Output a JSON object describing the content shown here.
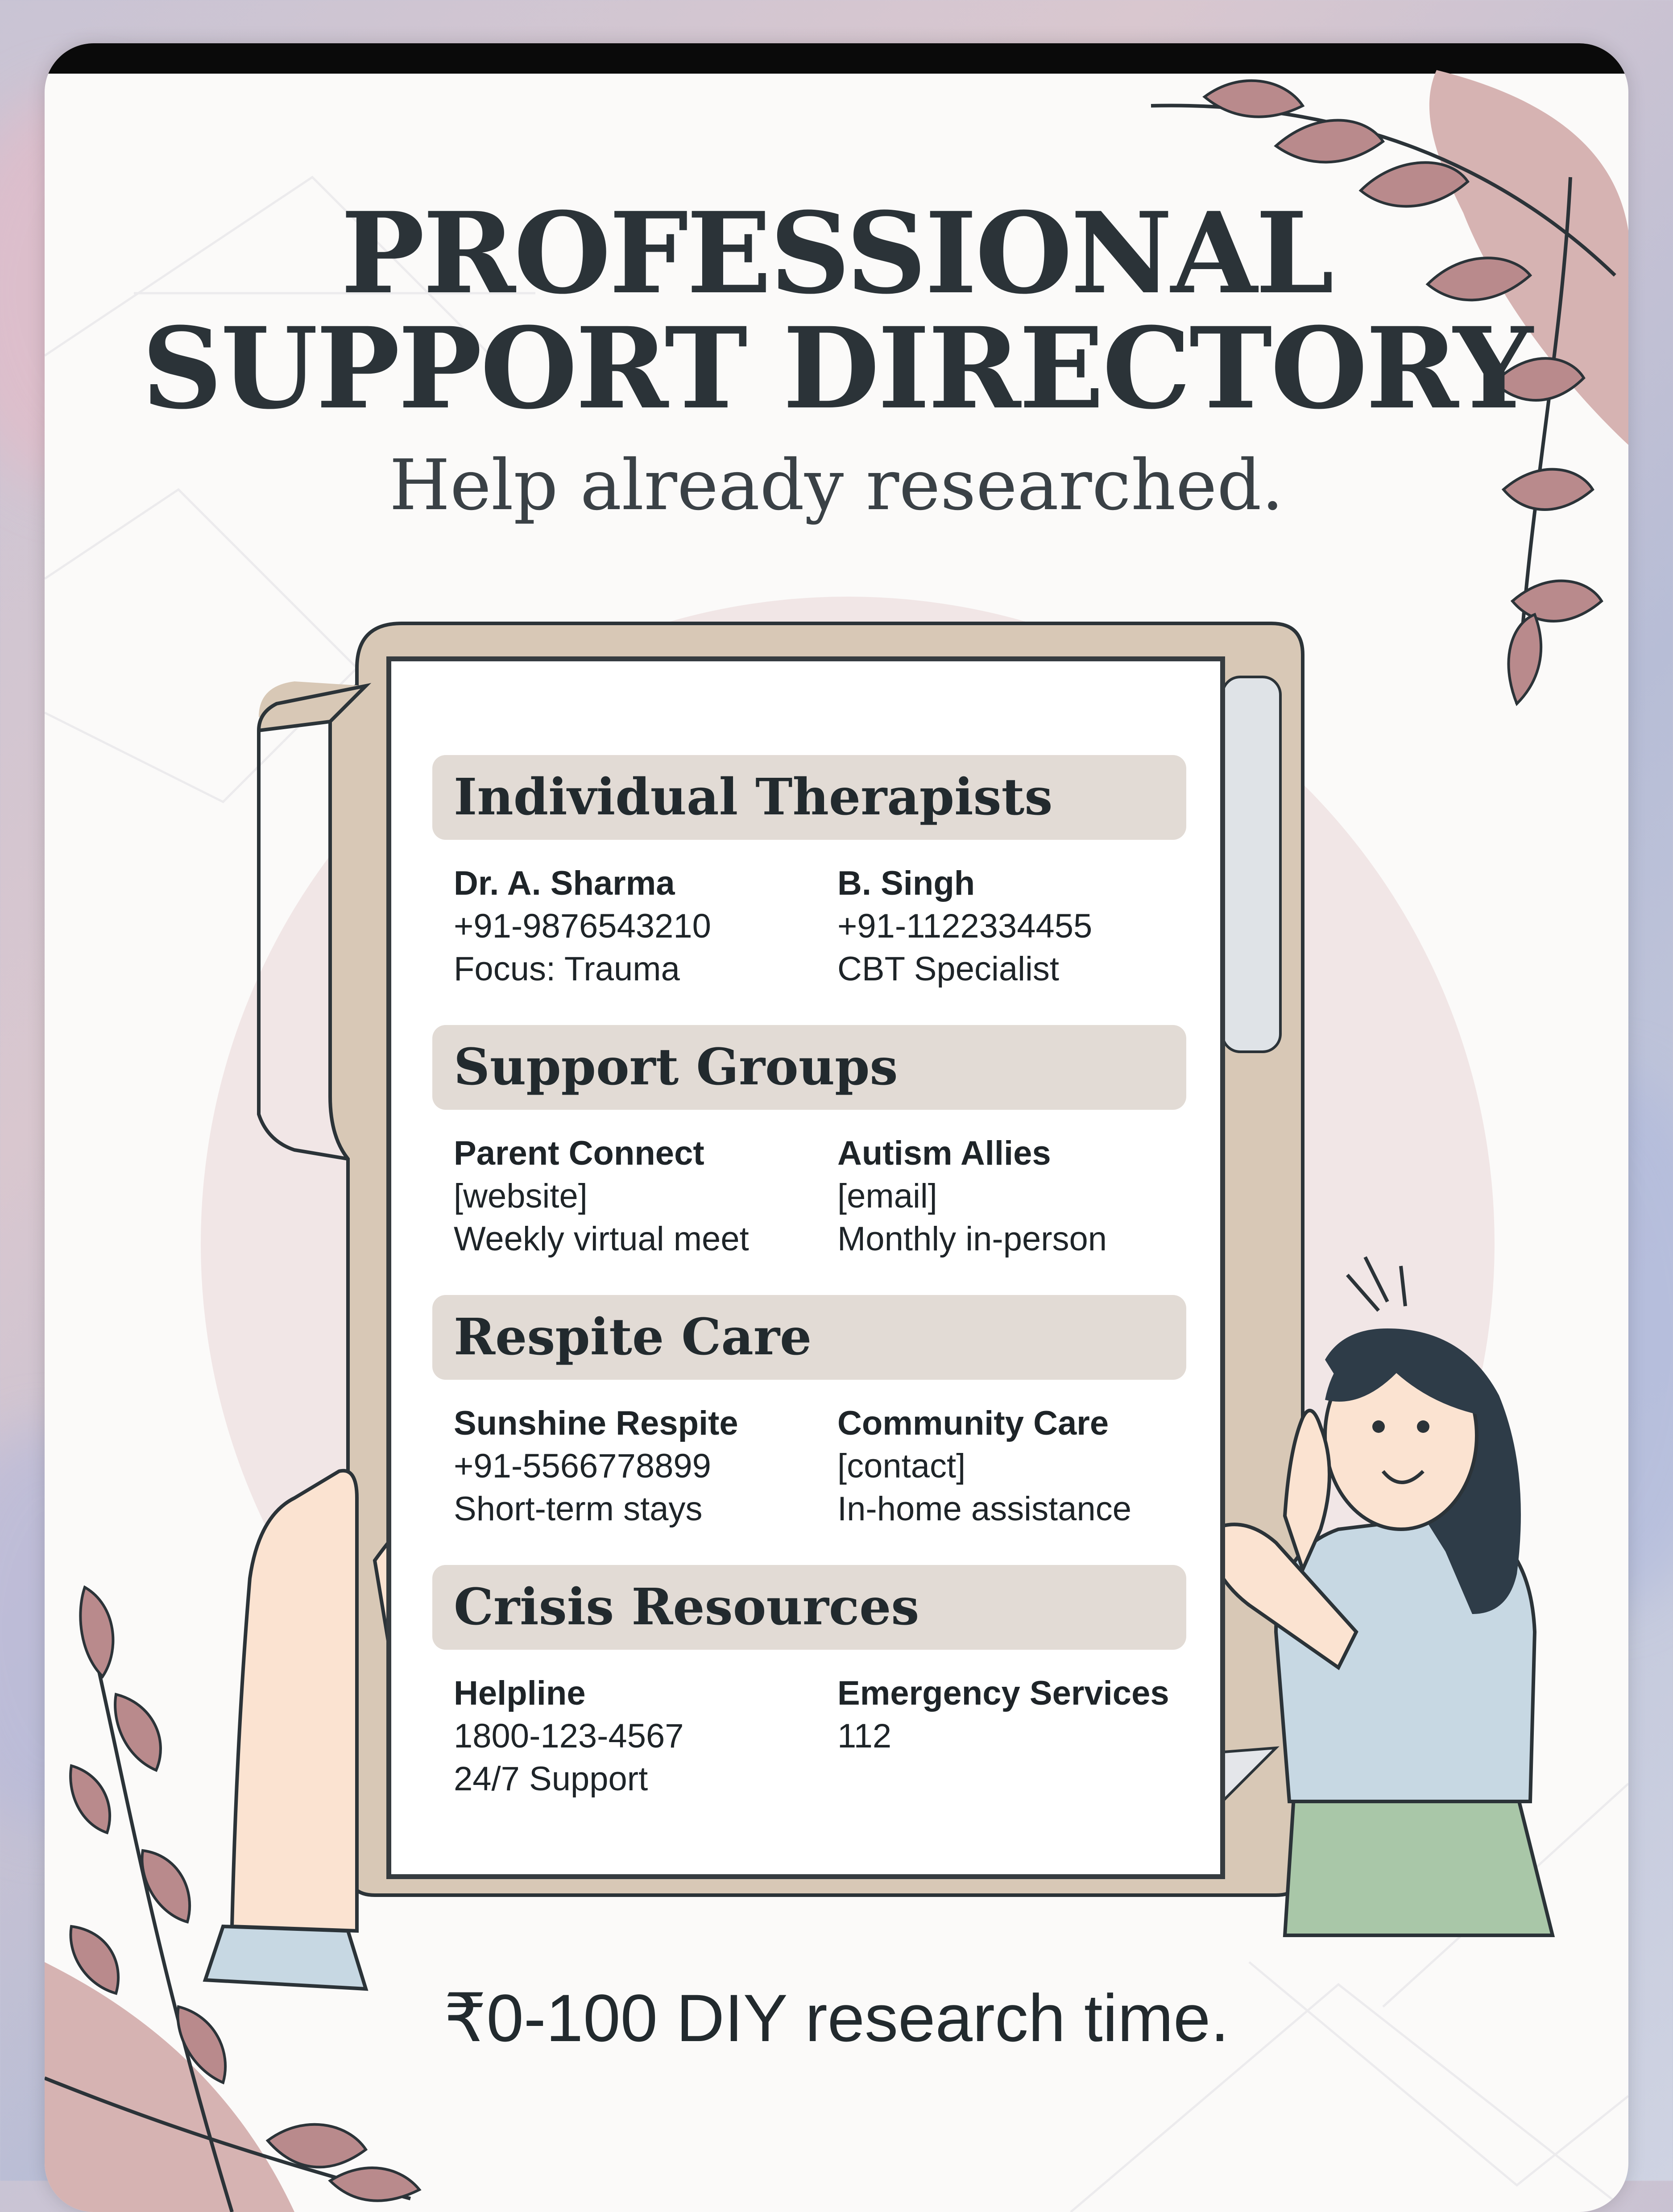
{
  "header": {
    "title_line1": "PROFESSIONAL",
    "title_line2": "SUPPORT DIRECTORY",
    "subtitle": "Help already researched."
  },
  "directory": {
    "sections": [
      {
        "heading": "Individual Therapists",
        "entries": [
          {
            "name": "Dr. A. Sharma",
            "line1": "+91-9876543210",
            "line2": "Focus: Trauma"
          },
          {
            "name": "B. Singh",
            "line1": "+91-1122334455",
            "line2": "CBT Specialist"
          }
        ]
      },
      {
        "heading": "Support Groups",
        "entries": [
          {
            "name": "Parent Connect",
            "line1": "[website]",
            "line2": "Weekly virtual meet"
          },
          {
            "name": "Autism Allies",
            "line1": "[email]",
            "line2": "Monthly in-person"
          }
        ]
      },
      {
        "heading": "Respite Care",
        "entries": [
          {
            "name": "Sunshine Respite",
            "line1": "+91-5566778899",
            "line2": "Short-term stays"
          },
          {
            "name": "Community Care",
            "line1": "[contact]",
            "line2": "In-home assistance"
          }
        ]
      },
      {
        "heading": "Crisis Resources",
        "entries": [
          {
            "name": "Helpline",
            "line1": "1800-123-4567",
            "line2": "24/7 Support"
          },
          {
            "name": "Emergency Services",
            "line1": "112",
            "line2": ""
          }
        ]
      }
    ]
  },
  "footer": {
    "text": "₹0-100 DIY research time."
  },
  "colors": {
    "ink": "#2b3338",
    "leaf": "#b98a8c",
    "leaf_blob": "#d6b3b2",
    "folder": "#d8c8b6",
    "circle": "#f1e6e6",
    "section_bg": "#e2dbd5",
    "shirt": "#c7d8e3",
    "skirt": "#a9c7a8",
    "hair": "#2e3c48",
    "skin": "#fbe3d1"
  }
}
